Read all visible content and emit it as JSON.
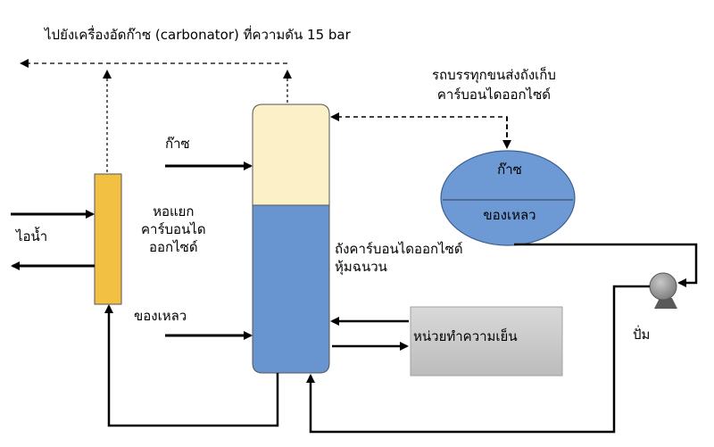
{
  "title": "ไปยังเครื่องอัดก๊าซ (carbonator)  ที่ความดัน 15 bar",
  "truck": {
    "line1": "รถบรรทุกขนส่งถังเก็บ",
    "line2": "คาร์บอนไดออกไซด์"
  },
  "separator": {
    "line1": "หอแยก",
    "line2": "คาร์บอนได",
    "line3": "ออกไซด์"
  },
  "inputs": {
    "gas": "ก๊าซ",
    "liquid": "ของเหลว",
    "water": "ไอน้ำ"
  },
  "tank": {
    "line1": "ถังคาร์บอนไดออกไซด์",
    "line2": "หุ้มฉนวน"
  },
  "storage": {
    "gas": "ก๊าซ",
    "liquid": "ของเหลว"
  },
  "cooler": "หน่วยทำความเย็น",
  "pump": "ปั่ม",
  "colors": {
    "separator_fill": "#f2c144",
    "tank_gas": "#fbf0c8",
    "tank_liquid": "#6894cf",
    "storage_fill": "#6d9ad4",
    "cooler_fill": "#c9c9c9",
    "pump_fill": "#9a9a9a"
  }
}
